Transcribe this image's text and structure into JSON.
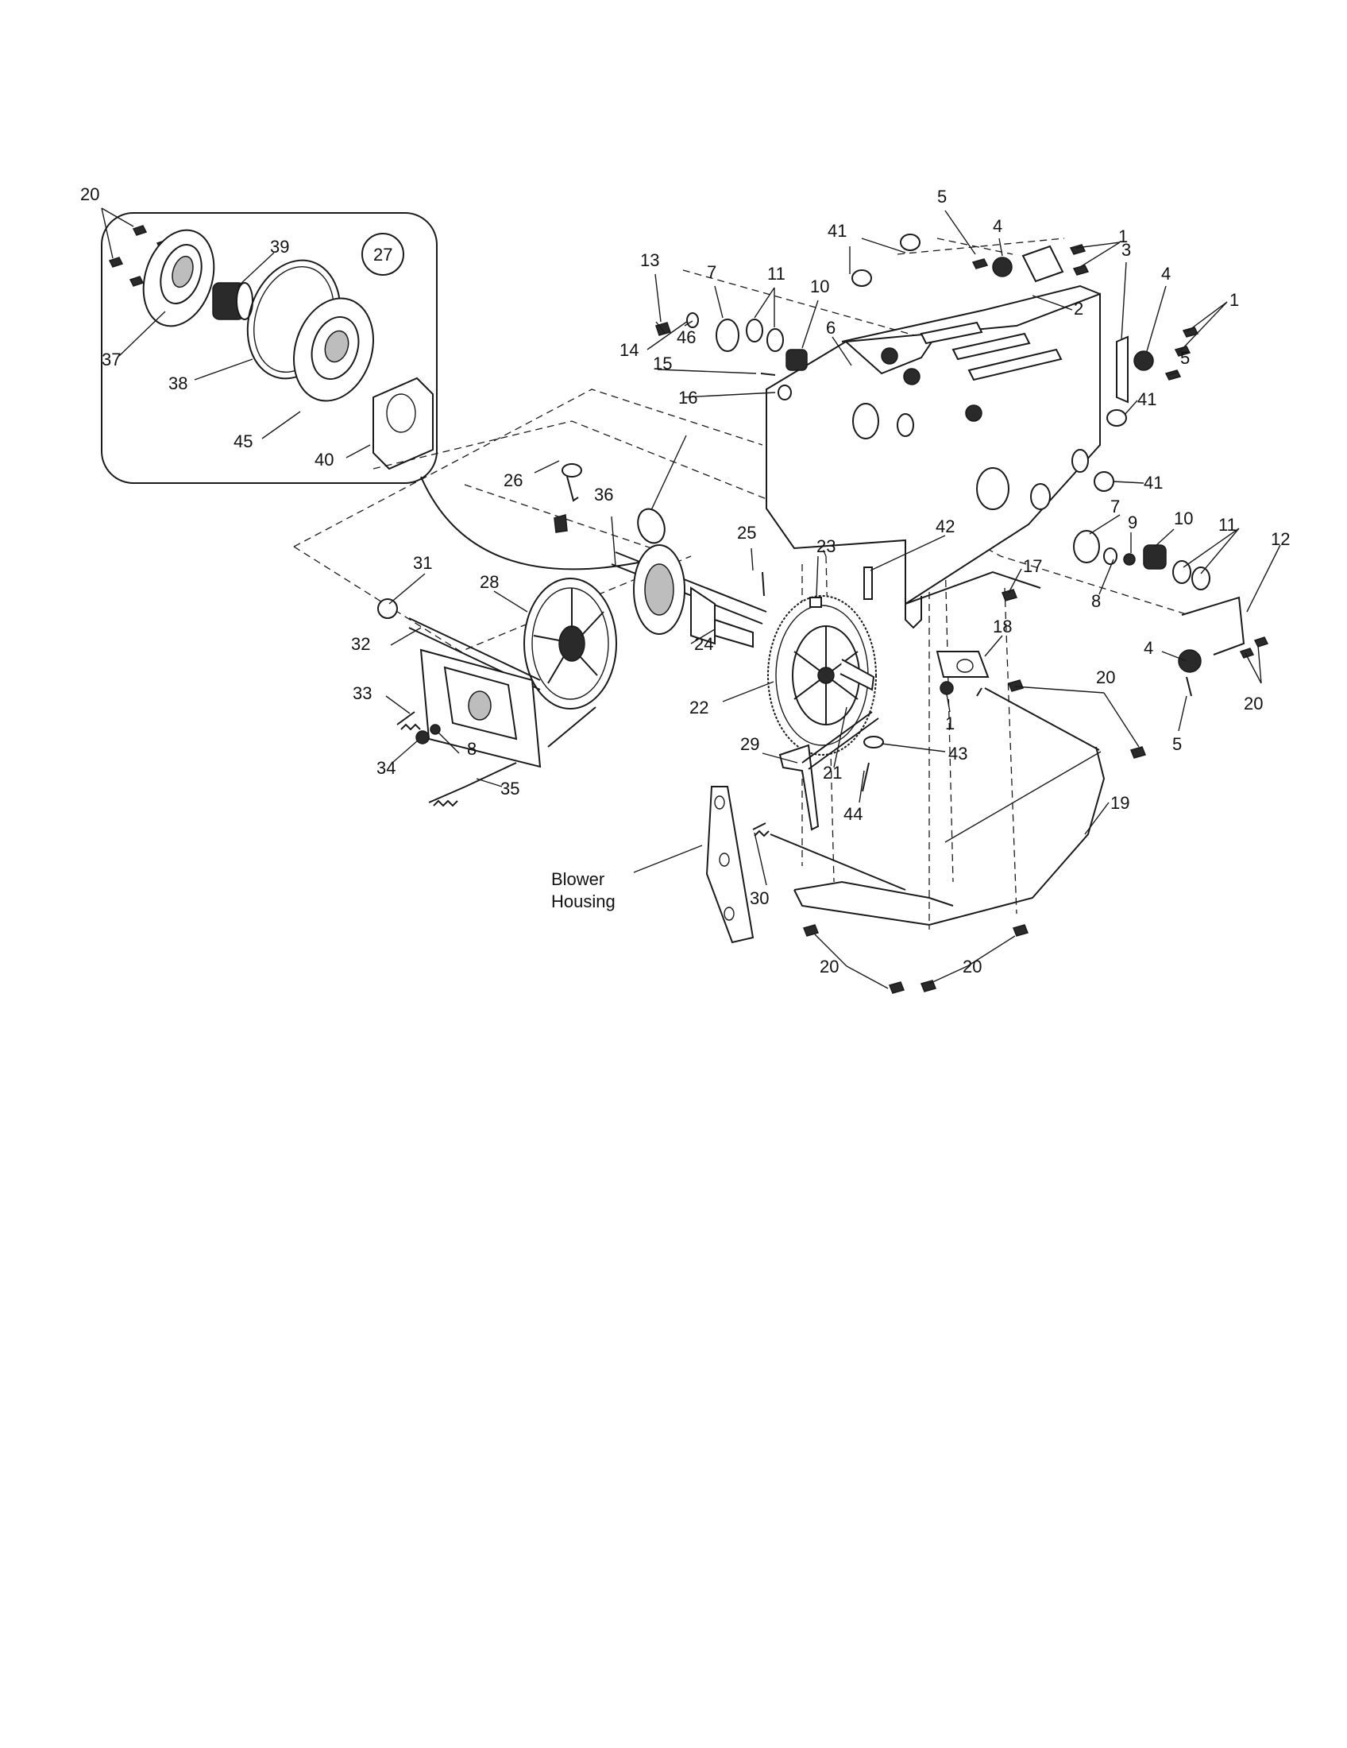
{
  "callouts": [
    {
      "id": "20a",
      "text": "20"
    },
    {
      "id": "39",
      "text": "39"
    },
    {
      "id": "27",
      "text": "27"
    },
    {
      "id": "37",
      "text": "37"
    },
    {
      "id": "38",
      "text": "38"
    },
    {
      "id": "45",
      "text": "45"
    },
    {
      "id": "40",
      "text": "40"
    },
    {
      "id": "13",
      "text": "13"
    },
    {
      "id": "7a",
      "text": "7"
    },
    {
      "id": "11a",
      "text": "11"
    },
    {
      "id": "10a",
      "text": "10"
    },
    {
      "id": "41a",
      "text": "41"
    },
    {
      "id": "5a",
      "text": "5"
    },
    {
      "id": "4a",
      "text": "4"
    },
    {
      "id": "1a",
      "text": "1"
    },
    {
      "id": "3",
      "text": "3"
    },
    {
      "id": "4b",
      "text": "4"
    },
    {
      "id": "1b",
      "text": "1"
    },
    {
      "id": "2",
      "text": "2"
    },
    {
      "id": "14",
      "text": "14"
    },
    {
      "id": "6",
      "text": "6"
    },
    {
      "id": "5b",
      "text": "5"
    },
    {
      "id": "15",
      "text": "15"
    },
    {
      "id": "16",
      "text": "16"
    },
    {
      "id": "41b",
      "text": "41"
    },
    {
      "id": "46",
      "text": "46"
    },
    {
      "id": "26",
      "text": "26"
    },
    {
      "id": "41c",
      "text": "41"
    },
    {
      "id": "36",
      "text": "36"
    },
    {
      "id": "7b",
      "text": "7"
    },
    {
      "id": "9",
      "text": "9"
    },
    {
      "id": "10b",
      "text": "10"
    },
    {
      "id": "11b",
      "text": "11"
    },
    {
      "id": "12",
      "text": "12"
    },
    {
      "id": "25",
      "text": "25"
    },
    {
      "id": "42",
      "text": "42"
    },
    {
      "id": "23",
      "text": "23"
    },
    {
      "id": "31",
      "text": "31"
    },
    {
      "id": "28",
      "text": "28"
    },
    {
      "id": "17",
      "text": "17"
    },
    {
      "id": "8a",
      "text": "8"
    },
    {
      "id": "24",
      "text": "24"
    },
    {
      "id": "18",
      "text": "18"
    },
    {
      "id": "32",
      "text": "32"
    },
    {
      "id": "4c",
      "text": "4"
    },
    {
      "id": "20b",
      "text": "20"
    },
    {
      "id": "20c",
      "text": "20"
    },
    {
      "id": "22",
      "text": "22"
    },
    {
      "id": "33",
      "text": "33"
    },
    {
      "id": "1c",
      "text": "1"
    },
    {
      "id": "5c",
      "text": "5"
    },
    {
      "id": "8b",
      "text": "8"
    },
    {
      "id": "29",
      "text": "29"
    },
    {
      "id": "43",
      "text": "43"
    },
    {
      "id": "34",
      "text": "34"
    },
    {
      "id": "35",
      "text": "35"
    },
    {
      "id": "21",
      "text": "21"
    },
    {
      "id": "44",
      "text": "44"
    },
    {
      "id": "19",
      "text": "19"
    },
    {
      "id": "30",
      "text": "30"
    },
    {
      "id": "20d",
      "text": "20"
    },
    {
      "id": "20e",
      "text": "20"
    }
  ],
  "blower_housing": {
    "line1": "Blower",
    "line2": "Housing"
  }
}
